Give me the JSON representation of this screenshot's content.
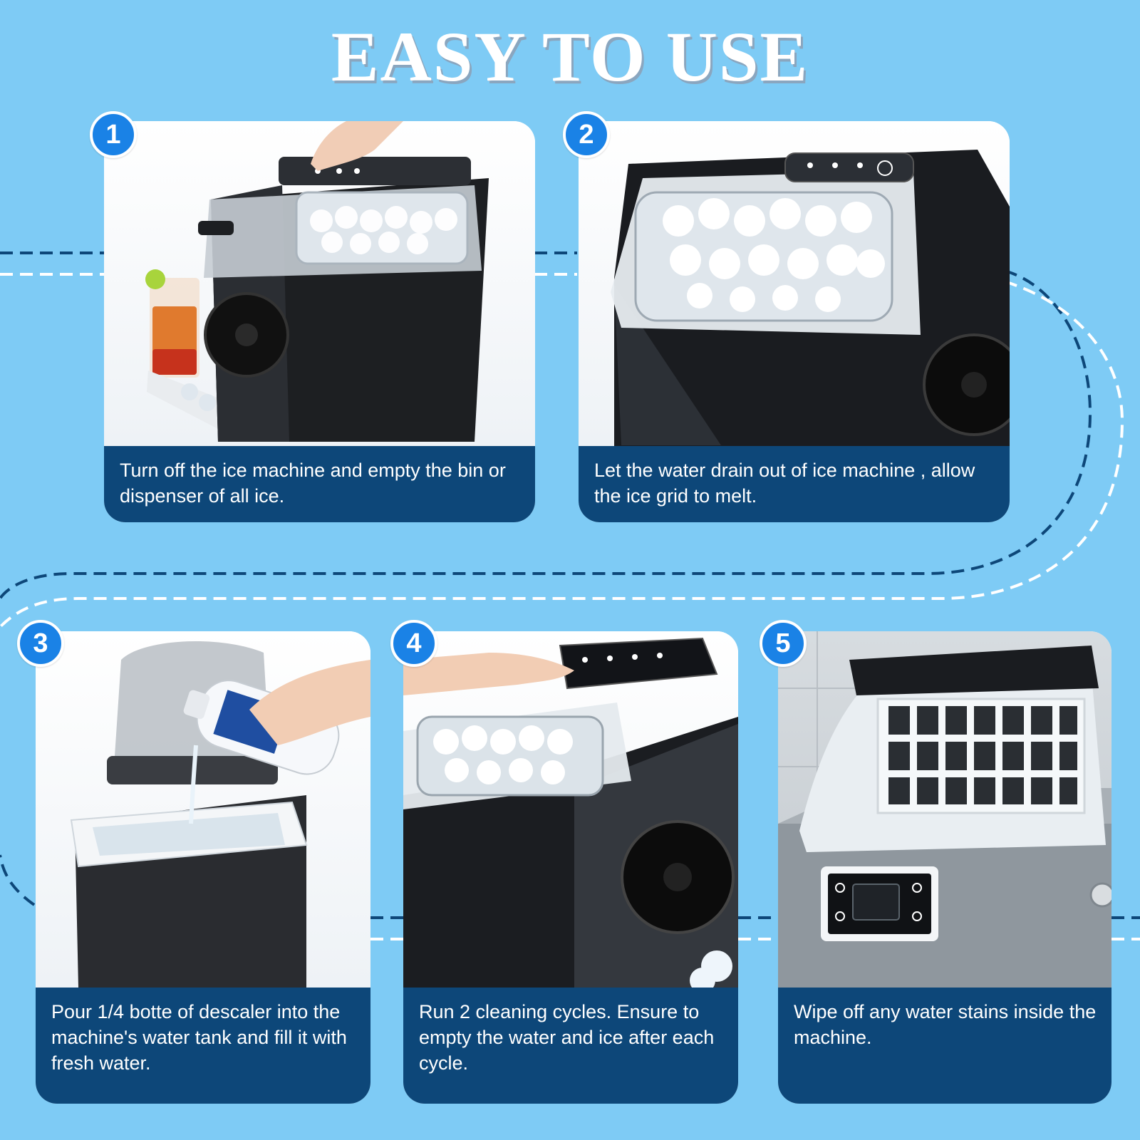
{
  "title": "EASY TO USE",
  "colors": {
    "background": "#7ecbf5",
    "caption_bar": "#0d4779",
    "badge": "#1a82e6",
    "path_dark": "#0d4779",
    "path_light": "#ffffff"
  },
  "steps": [
    {
      "number": "1",
      "caption": "Turn off the ice machine and empty the bin or dispenser of all ice."
    },
    {
      "number": "2",
      "caption": "Let the water drain out of ice machine , allow the ice grid to melt."
    },
    {
      "number": "3",
      "caption": "Pour 1/4 botte of descaler into the machine's water tank and fill it with fresh water."
    },
    {
      "number": "4",
      "caption": "Run 2 cleaning cycles.  Ensure to empty the water and ice after each cycle."
    },
    {
      "number": "5",
      "caption": "Wipe off any water stains inside the machine."
    }
  ],
  "icons": {
    "step1": "ice-machine-with-hand-and-drink-icon",
    "step2": "ice-machine-closeup-icon",
    "step3": "ice-machine-pouring-cleaner-icon",
    "step4": "ice-machine-pressing-button-icon",
    "step5": "ice-machine-open-grid-icon"
  }
}
